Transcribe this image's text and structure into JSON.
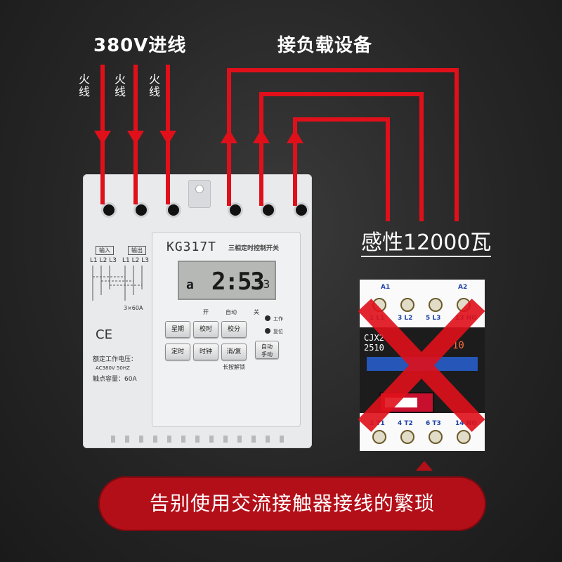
{
  "header": {
    "input_label": "380V进线",
    "load_label": "接负载设备",
    "live_wire_labels": [
      "火\n线",
      "火\n线",
      "火\n线"
    ]
  },
  "device": {
    "model": "KG317T",
    "subtitle": "三相定时控制开关",
    "lcd_day": "a",
    "lcd_time": "2:53",
    "lcd_seconds": "33",
    "mode_labels": [
      "开",
      "自动",
      "关"
    ],
    "indicators": [
      "工作",
      "复位"
    ],
    "buttons_row1": [
      "星期",
      "校时",
      "校分"
    ],
    "buttons_row2": [
      "定时",
      "时钟",
      "消/复"
    ],
    "auto_manual_button": "自动\n手动",
    "long_press_unlock": "长按解锁",
    "input_label": "输入",
    "output_label": "输出",
    "input_terminals": "L1 L2 L3",
    "output_terminals": "L1 L2 L3",
    "rating_small": "3×60A",
    "ce_mark": "CE",
    "rated_voltage_label": "额定工作电压：",
    "rated_voltage_value": "AC380V  50HZ",
    "contact_capacity": "触点容量：60A"
  },
  "load": {
    "inductive_label": "感性12000瓦"
  },
  "contactor": {
    "model_line1": "CJX2",
    "model_line2": "2510",
    "rating": "10",
    "top_labels": [
      "A1",
      "1 L1",
      "3 L2",
      "5 L3",
      "13 NO",
      "A2"
    ],
    "bottom_labels": [
      "2 T1",
      "4 T2",
      "6 T3",
      "14 NO"
    ]
  },
  "banner": {
    "text": "告别使用交流接触器接线的繁琐"
  },
  "colors": {
    "wire_red": "#e0101a",
    "banner_red": "#b30f18",
    "background": "#262626"
  }
}
